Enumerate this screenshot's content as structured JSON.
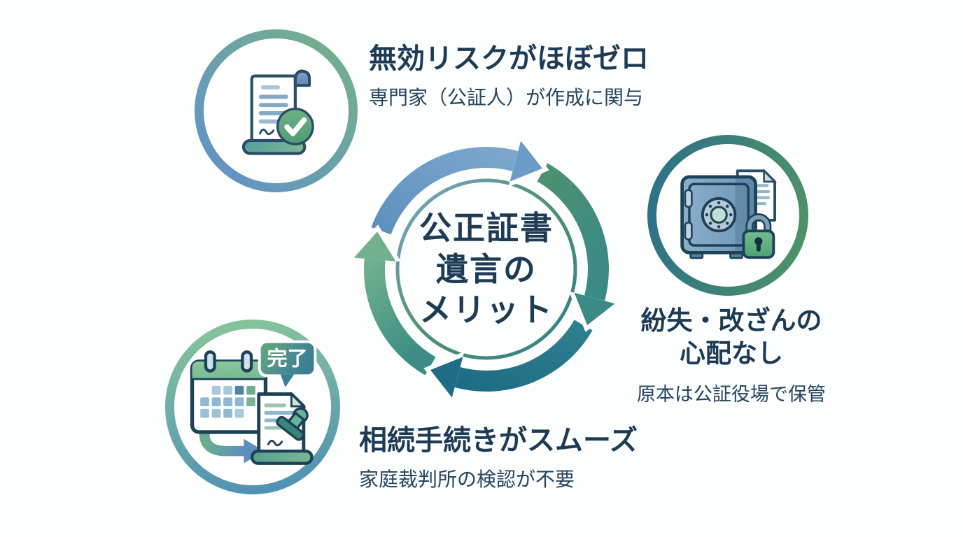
{
  "center": {
    "lines": [
      "公正証書",
      "遺言の",
      "メリット"
    ]
  },
  "benefits": [
    {
      "id": "validity",
      "heading": "無効リスクがほぼゼロ",
      "description": "専門家（公証人）が作成に関与",
      "icon": "document-check-icon"
    },
    {
      "id": "safekeeping",
      "heading_lines": [
        "紛失・改ざんの",
        "心配なし"
      ],
      "description": "原本は公証役場で保管",
      "icon": "safe-lock-icon"
    },
    {
      "id": "smooth-inheritance",
      "heading": "相続手続きがスムーズ",
      "description": "家庭裁判所の検認が不要",
      "icon": "calendar-stamp-icon"
    }
  ],
  "badges": {
    "done": "完了"
  },
  "icons": {
    "center": "cycle-arrows-icon",
    "top_left": "document-check-icon",
    "right": "safe-lock-icon",
    "bottom_left": "calendar-stamp-icon"
  },
  "palette": {
    "heading_text": "#1d3b55",
    "body_text": "#25455f",
    "arc_blue": "#6b9cc7",
    "arc_green": "#4f9170",
    "arc_teal_dark": "#1e6c85",
    "arc_teal_green": "#72b18e",
    "ring_blue": "#6495c2",
    "ring_green": "#72ad92",
    "check_green": "#57a478",
    "lock_green": "#5fae80",
    "background": "#fdfefe"
  }
}
